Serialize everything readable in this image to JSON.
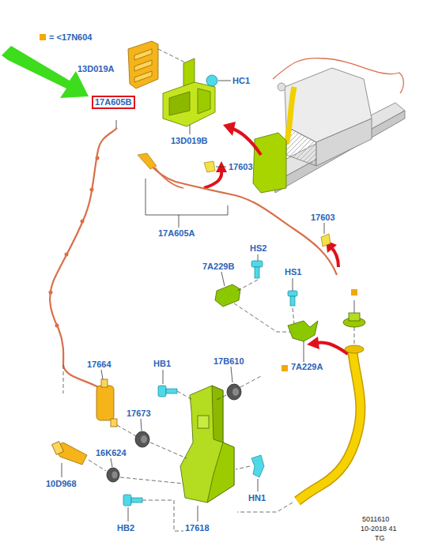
{
  "diagram": {
    "nodes": [
      {
        "text": [
          "17A605B"
        ]
      }
    ],
    "labels": [
      "13D019A",
      "HC1",
      "13D019B",
      "17603",
      "17A605A",
      "17603",
      "7A229B",
      "HS2",
      "HS1",
      "7A229A",
      "17664",
      "HB1",
      "17B610",
      "17673",
      "16K624",
      "10D968",
      "HN1",
      "HB2",
      "17618",
      "5011610",
      "10-2018 41",
      "TG"
    ],
    "legend": [
      {
        "text": "= <17N604",
        "color": "#f4a800"
      }
    ]
  }
}
